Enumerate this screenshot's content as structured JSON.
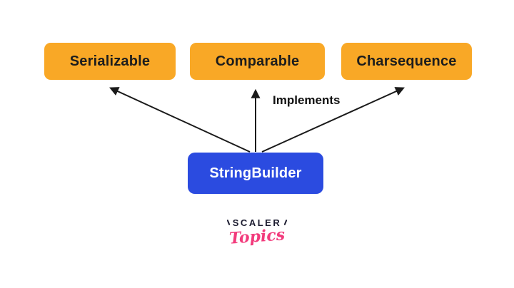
{
  "diagram": {
    "interfaces": [
      {
        "label": "Serializable"
      },
      {
        "label": "Comparable"
      },
      {
        "label": "Charsequence"
      }
    ],
    "class_node": {
      "label": "StringBuilder"
    },
    "relation_label": "Implements",
    "colors": {
      "interface_bg": "#F9A826",
      "interface_text": "#1d1d1d",
      "class_bg": "#2B4BE0",
      "class_text": "#ffffff",
      "arrow": "#1a1a1a",
      "background": "#ffffff"
    }
  },
  "branding": {
    "name": "SCALER",
    "sub": "Topics",
    "accent": "#F23B7C"
  }
}
